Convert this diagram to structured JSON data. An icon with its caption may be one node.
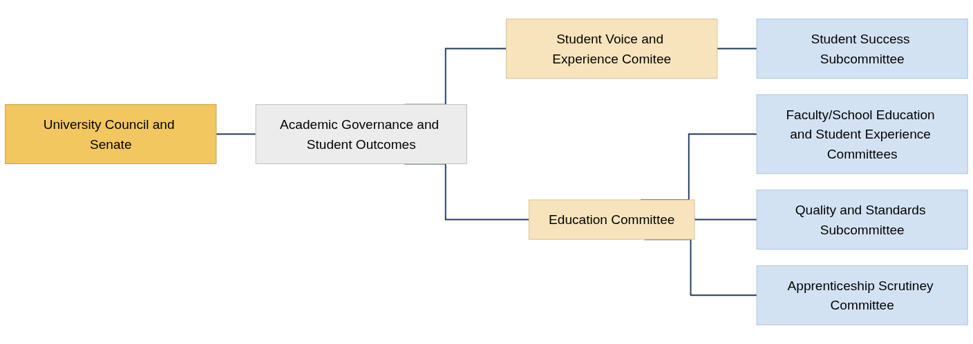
{
  "diagram": {
    "nodes": [
      {
        "text": [
          "University Council and Senate"
        ]
      },
      {
        "text": [
          "Academic Governance and Student Outcomes"
        ]
      },
      {
        "text": [
          "Student Voice and Experience Comitee"
        ]
      },
      {
        "text": [
          "Education Committee"
        ]
      },
      {
        "text": [
          "Student Success Subcommittee"
        ]
      },
      {
        "text": [
          "Faculty/School Education and Student Experience Committees"
        ]
      },
      {
        "text": [
          "Quality and Standards Subcommittee"
        ]
      },
      {
        "text": [
          "Apprenticeship Scrutiney Committee"
        ]
      }
    ],
    "edges": [
      {
        "from": 0,
        "to": 1,
        "arrow": "none"
      },
      {
        "from": 1,
        "to": 2,
        "arrow": "none"
      },
      {
        "from": 1,
        "to": 3,
        "arrow": "none"
      },
      {
        "from": 2,
        "to": 4,
        "arrow": "none"
      },
      {
        "from": 3,
        "to": 5,
        "arrow": "none"
      },
      {
        "from": 3,
        "to": 6,
        "arrow": "none"
      },
      {
        "from": 3,
        "to": 7,
        "arrow": "none"
      }
    ]
  }
}
